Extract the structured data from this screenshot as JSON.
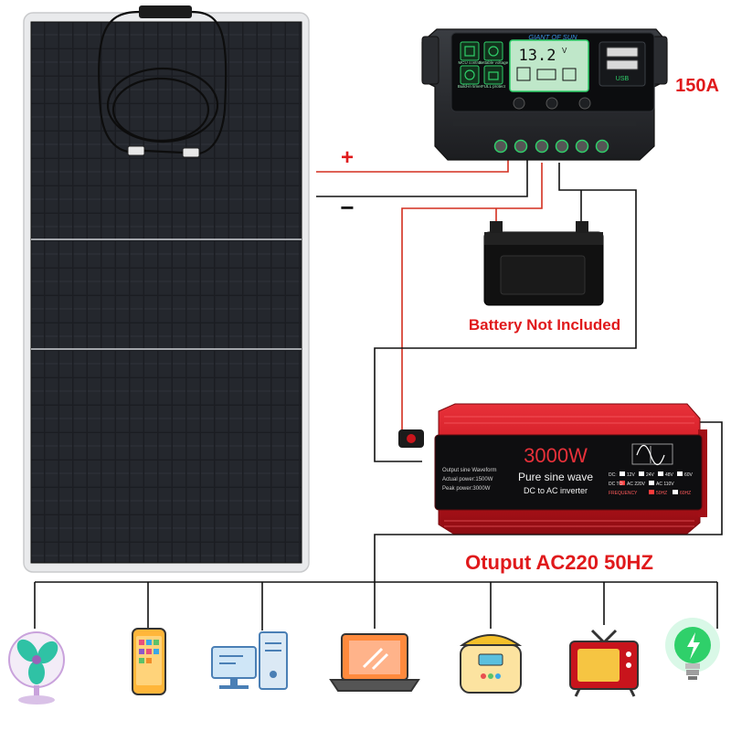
{
  "controller": {
    "brand": "GIANT OF SUN",
    "lcd_reading": "13.2",
    "lcd_unit": "V",
    "rating": "150A",
    "left_buttons": [
      "MCU control",
      "Build-in timer"
    ],
    "right_buttons": [
      "Settable voltage",
      "FULL protect"
    ],
    "usb_label": "USB"
  },
  "wiring": {
    "positive_label": "+",
    "negative_label": "−"
  },
  "battery": {
    "note": "Battery Not Included"
  },
  "inverter": {
    "power": "3000W",
    "wave_type": "Pure sine wave",
    "conversion": "DC to AC inverter",
    "spec_lines": [
      "Output sine Waveform",
      "Actual power:1500W",
      "Peak power:3000W"
    ],
    "dc_options": [
      "12V",
      "24V",
      "48V",
      "60V"
    ],
    "ac_options": [
      "AC 220V",
      "AC 110V"
    ],
    "frequency_label": "FREQUENCY",
    "frequency_options": [
      "50HZ",
      "60HZ"
    ],
    "dc_label": "DC:",
    "dc_to_label": "DC TO:"
  },
  "output": {
    "label": "Otuput AC220 50HZ"
  },
  "appliances": [
    "fan",
    "smartphone",
    "desktop computer",
    "laptop",
    "rice cooker",
    "television",
    "light bulb"
  ],
  "colors": {
    "positive_wire": "#d32f1f",
    "negative_wire": "#111111",
    "accent_red": "#e0191b",
    "inverter_red": "#c8141c",
    "lcd_green": "#2fd06a"
  }
}
